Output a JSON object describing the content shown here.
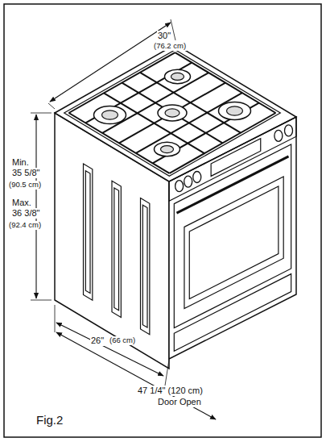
{
  "diagram": {
    "caption": "Fig.2",
    "labels": [
      "30\"",
      "(76.2 cm)",
      "Min.",
      "35 5/8\"",
      "(90.5 cm)",
      "Max.",
      "36 3/8\"",
      "(92.4 cm)",
      "26\"",
      "(66 cm)",
      "47 1/4\" (120 cm)",
      "Door Open"
    ]
  }
}
